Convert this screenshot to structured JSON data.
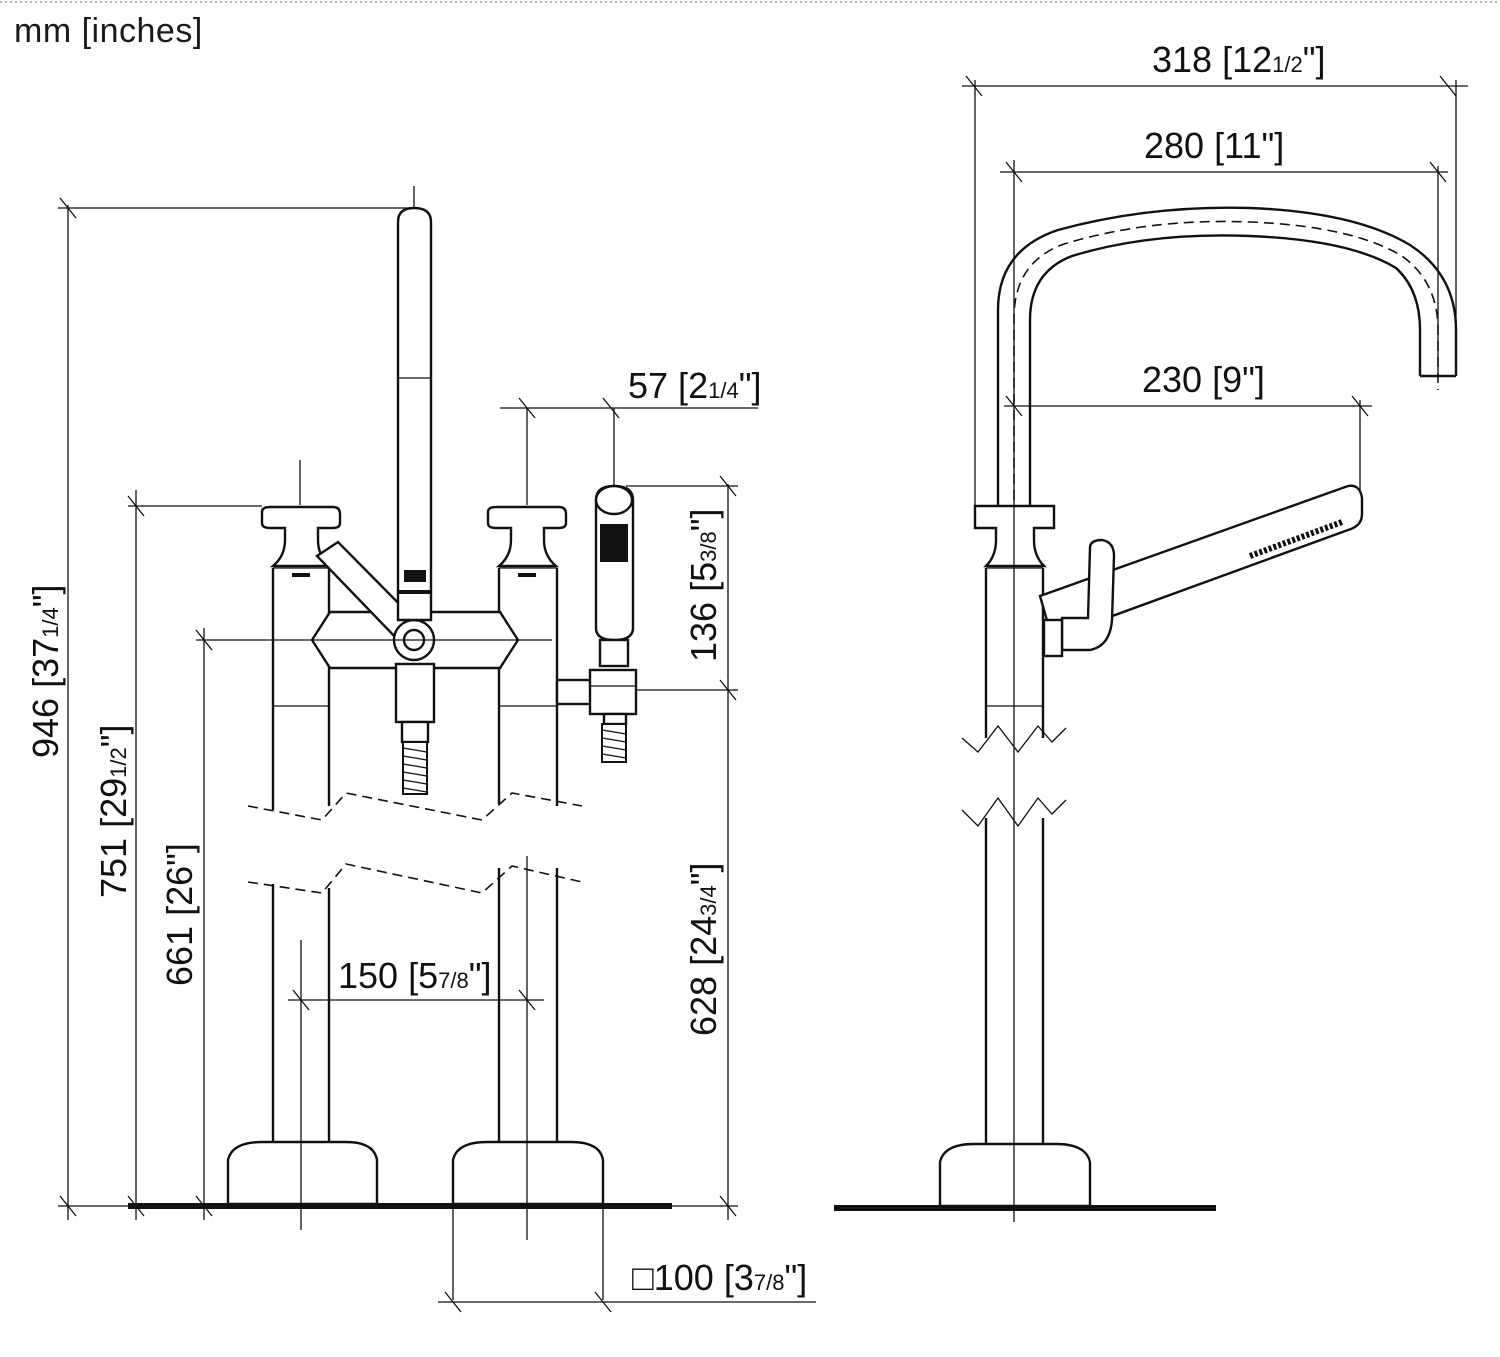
{
  "units_label": "mm [inches]",
  "dimensions": {
    "overall_height": {
      "mm": "946",
      "in_whole": "37",
      "in_frac": "1/4",
      "in_close": "\""
    },
    "handle_height": {
      "mm": "751",
      "in_whole": "29",
      "in_frac": "1/2",
      "in_close": "\""
    },
    "body_height": {
      "mm": "661",
      "in_whole": "26\"",
      "in_frac": "",
      "in_close": ""
    },
    "pillar_center_distance": {
      "mm": "150",
      "in_whole": "5",
      "in_frac": "7/8",
      "in_close": "\""
    },
    "handshower_height": {
      "mm": "628",
      "in_whole": "24",
      "in_frac": "3/4",
      "in_close": "\""
    },
    "handshower_length": {
      "mm": "136",
      "in_whole": "5",
      "in_frac": "3/8",
      "in_close": "\""
    },
    "handshower_offset": {
      "mm": "57",
      "in_whole": "2",
      "in_frac": "1/4",
      "in_close": "\""
    },
    "base_square": {
      "prefix": "□",
      "mm": "100",
      "in_whole": "3",
      "in_frac": "7/8",
      "in_close": "\""
    },
    "spout_projection_outer": {
      "mm": "318",
      "in_whole": "12",
      "in_frac": "1/2",
      "in_close": "\""
    },
    "spout_projection": {
      "mm": "280",
      "in_whole": "11\"",
      "in_frac": "",
      "in_close": ""
    },
    "handshower_projection": {
      "mm": "230",
      "in_whole": "9\"",
      "in_frac": "",
      "in_close": ""
    }
  }
}
